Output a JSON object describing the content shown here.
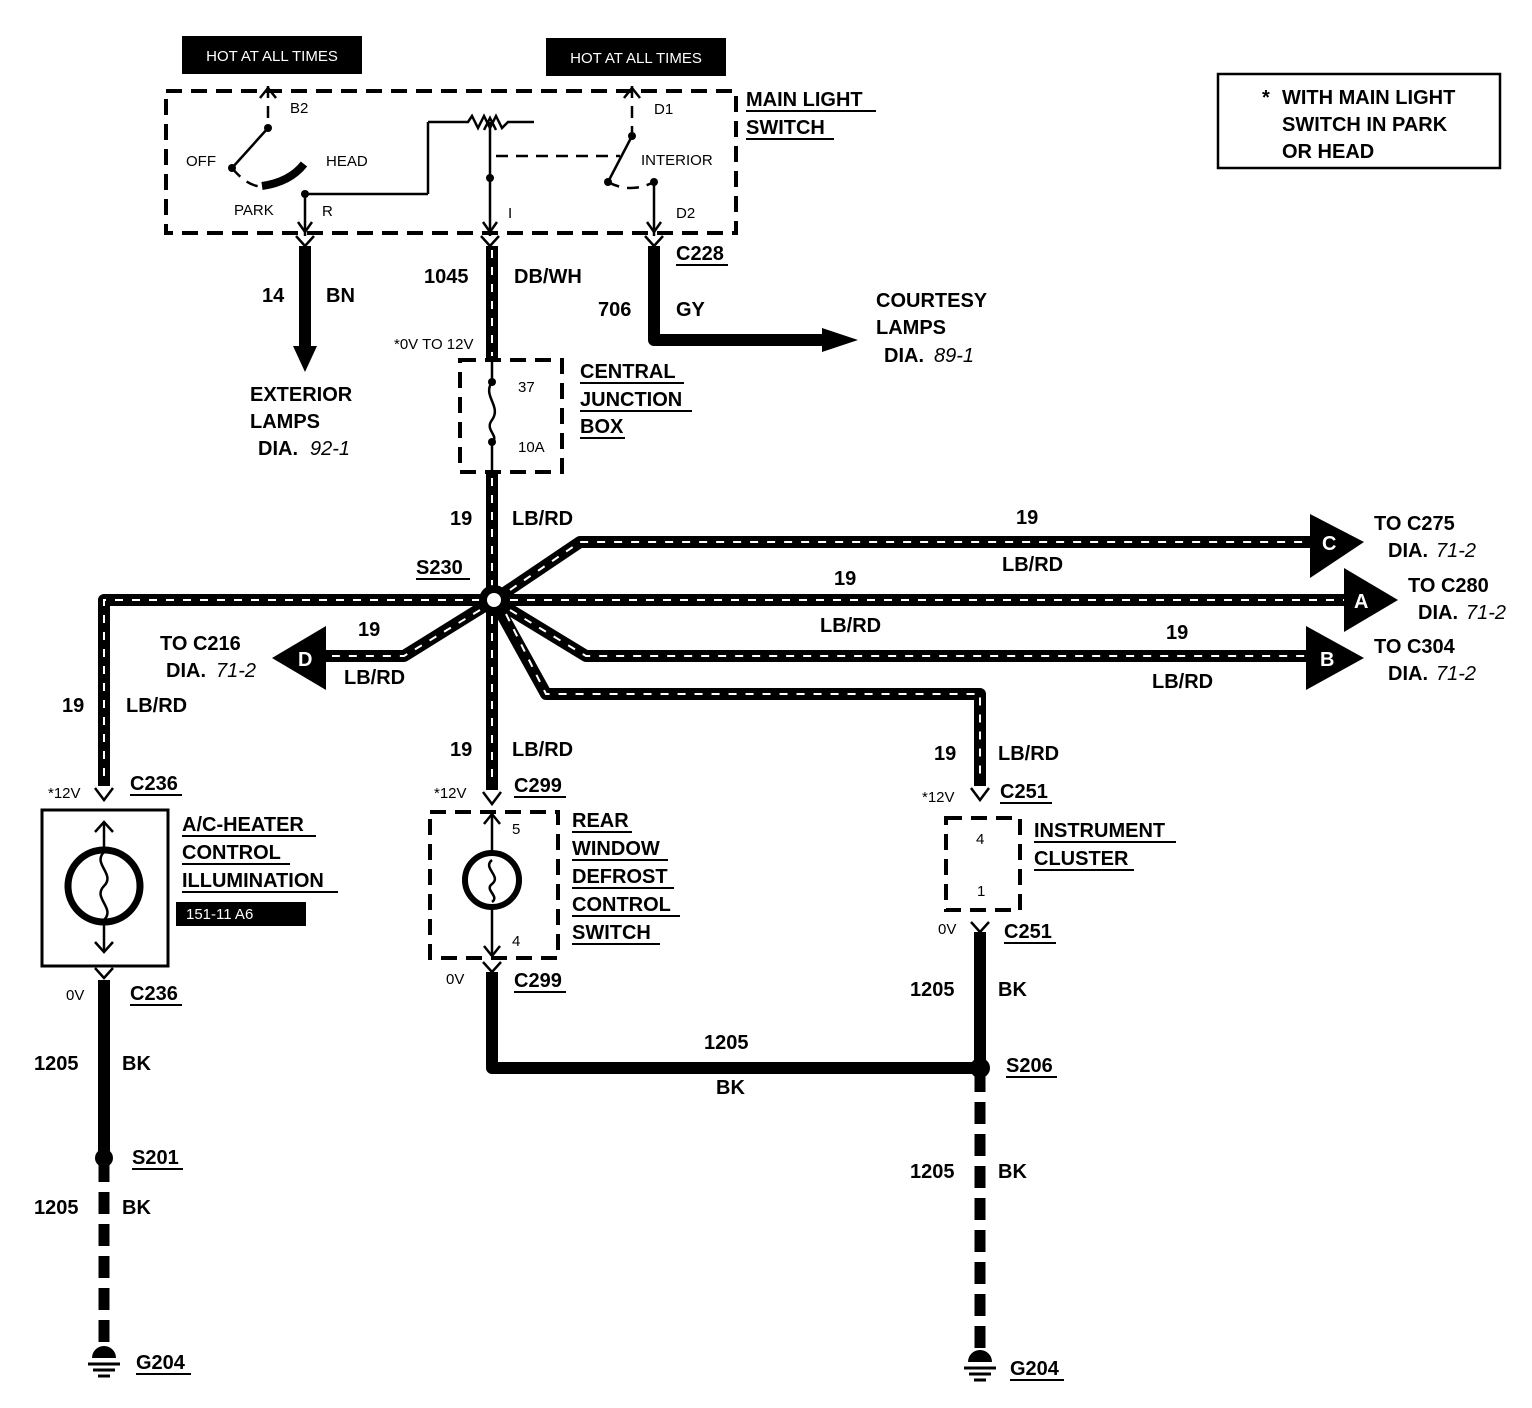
{
  "header": {
    "hot_left": "HOT AT ALL TIMES",
    "hot_right": "HOT AT ALL TIMES"
  },
  "note": {
    "star": "*",
    "line1": "WITH MAIN LIGHT",
    "line2": "SWITCH IN PARK",
    "line3": "OR HEAD"
  },
  "main_light_switch": {
    "title1": "MAIN LIGHT",
    "title2": "SWITCH",
    "b2": "B2",
    "d1": "D1",
    "off": "OFF",
    "head": "HEAD",
    "interior": "INTERIOR",
    "park": "PARK",
    "r": "R",
    "i": "I",
    "d2": "D2",
    "connector": "C228"
  },
  "wires": {
    "w14": "14",
    "bn": "BN",
    "w1045": "1045",
    "dbwh": "DB/WH",
    "w706": "706",
    "gy": "GY",
    "v0to12": "*0V TO 12V",
    "w19_a": "19",
    "lbrd_a": "LB/RD",
    "w19_c": "19",
    "lbrd_c": "LB/RD",
    "w19_mid": "19",
    "lbrd_mid": "LB/RD",
    "w19_b": "19",
    "lbrd_b": "LB/RD",
    "w19_d": "19",
    "lbrd_d": "LB/RD",
    "w19_left": "19",
    "lbrd_left": "LB/RD",
    "w19_center": "19",
    "lbrd_center": "LB/RD",
    "w19_right": "19",
    "lbrd_right": "LB/RD",
    "w1205_left1": "1205",
    "bk_left1": "BK",
    "w1205_left2": "1205",
    "bk_left2": "BK",
    "w1205_bottom": "1205",
    "bk_bottom": "BK",
    "w1205_right1": "1205",
    "bk_right1": "BK",
    "w1205_right2": "1205",
    "bk_right2": "BK"
  },
  "exterior": {
    "line1": "EXTERIOR",
    "line2": "LAMPS",
    "dia": "DIA.",
    "ref": "92-1"
  },
  "courtesy": {
    "line1": "COURTESY",
    "line2": "LAMPS",
    "dia": "DIA.",
    "ref": "89-1"
  },
  "junction": {
    "line1": "CENTRAL",
    "line2": "JUNCTION",
    "line3": "BOX",
    "pin": "37",
    "fuse": "10A"
  },
  "splices": {
    "s230": "S230",
    "s201": "S201",
    "s206": "S206"
  },
  "connectors_out": {
    "c": {
      "letter": "C",
      "to": "TO C275",
      "dia": "DIA.",
      "ref": "71-2"
    },
    "a": {
      "letter": "A",
      "to": "TO C280",
      "dia": "DIA.",
      "ref": "71-2"
    },
    "b": {
      "letter": "B",
      "to": "TO C304",
      "dia": "DIA.",
      "ref": "71-2"
    },
    "d": {
      "letter": "D",
      "to": "TO C216",
      "dia": "DIA.",
      "ref": "71-2"
    }
  },
  "ac_heater": {
    "v_top": "*12V",
    "c_top": "C236",
    "line1": "A/C-HEATER",
    "line2": "CONTROL",
    "line3": "ILLUMINATION",
    "ref": "151-11 A6",
    "v_bot": "0V",
    "c_bot": "C236"
  },
  "defrost": {
    "v_top": "*12V",
    "c_top": "C299",
    "pin_top": "5",
    "pin_bot": "4",
    "line1": "REAR",
    "line2": "WINDOW",
    "line3": "DEFROST",
    "line4": "CONTROL",
    "line5": "SWITCH",
    "v_bot": "0V",
    "c_bot": "C299"
  },
  "cluster": {
    "v_top": "*12V",
    "c_top": "C251",
    "pin_top": "4",
    "pin_bot": "1",
    "line1": "INSTRUMENT",
    "line2": "CLUSTER",
    "v_bot": "0V",
    "c_bot": "C251"
  },
  "grounds": {
    "left": "G204",
    "right": "G204"
  }
}
